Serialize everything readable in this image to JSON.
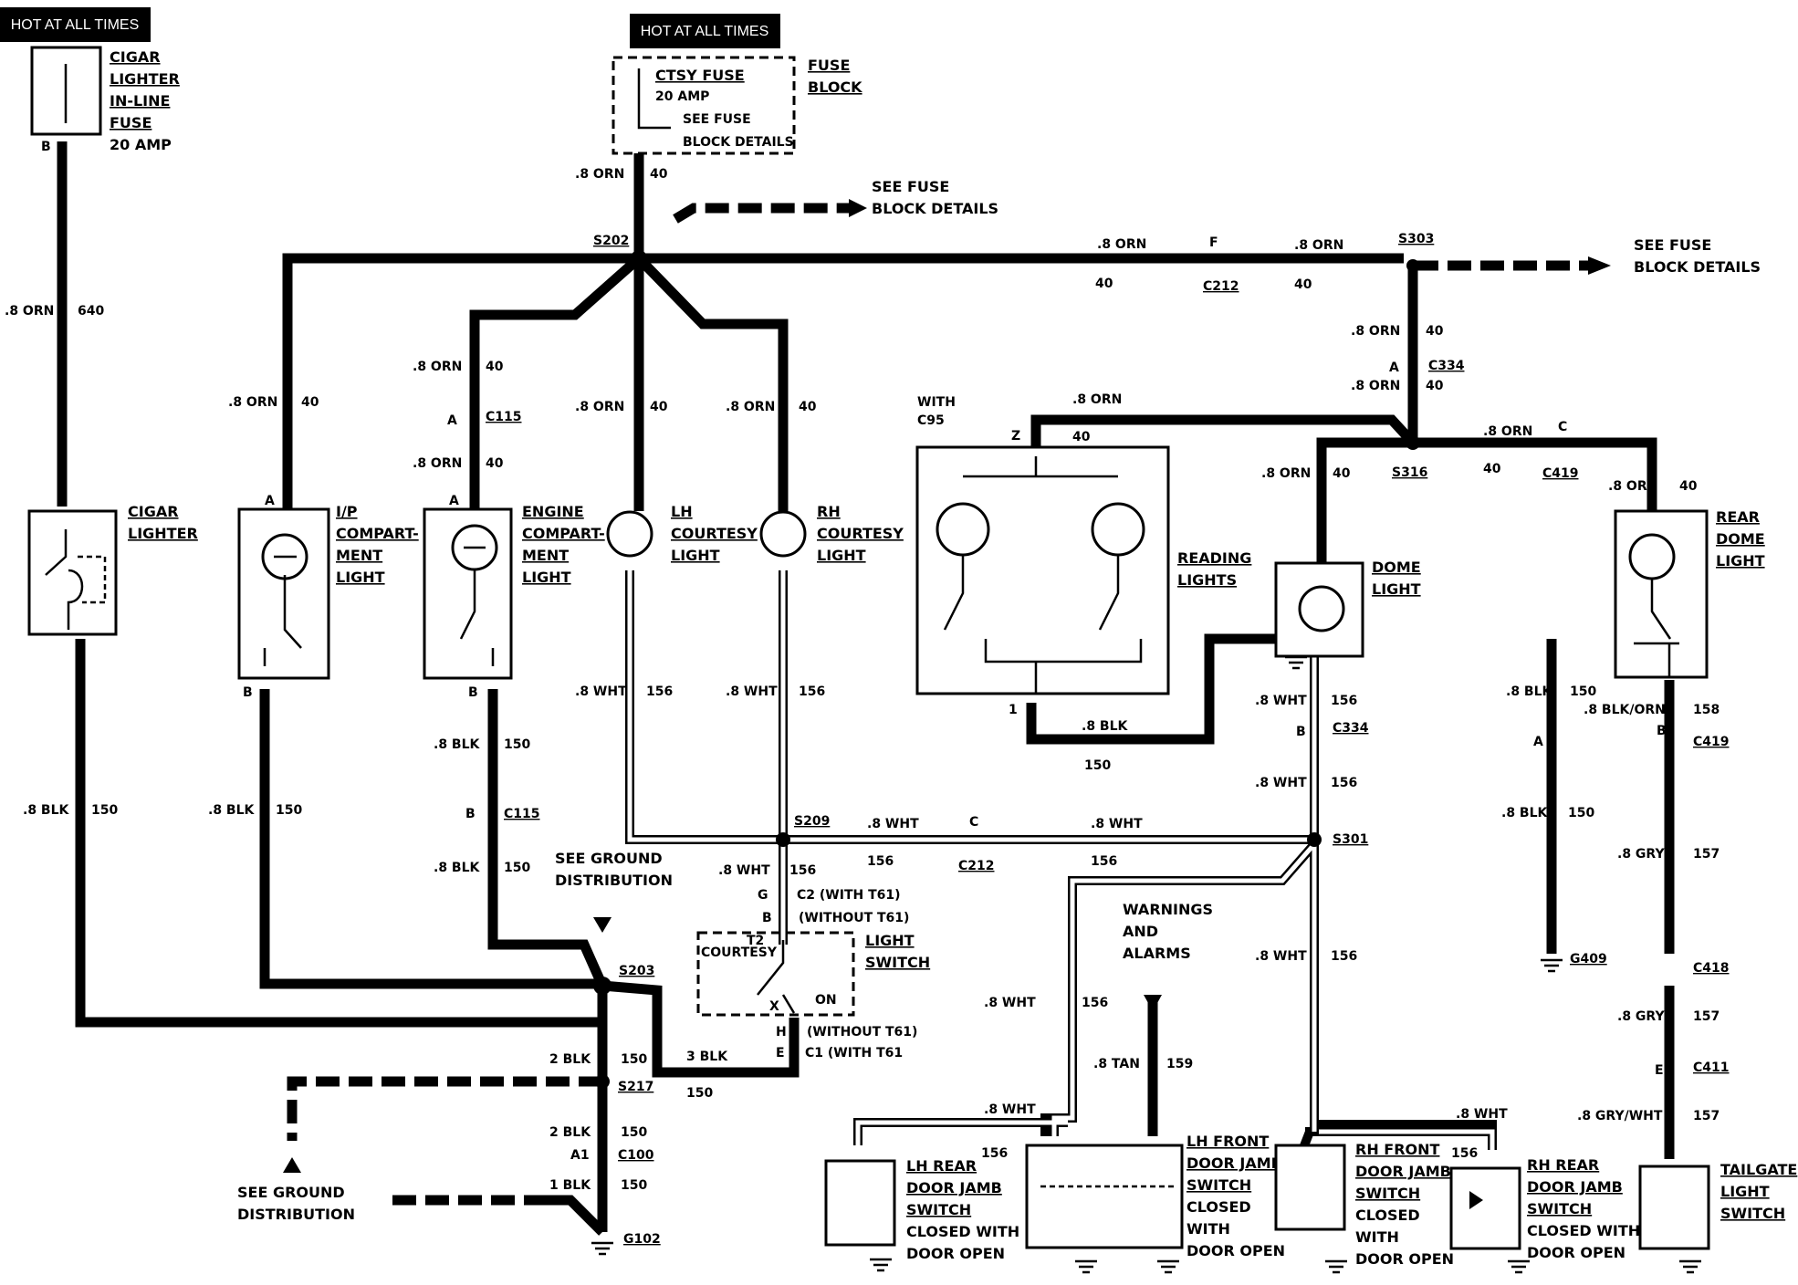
{
  "labels": {
    "hot_left": "HOT AT ALL TIMES",
    "hot_center": "HOT AT ALL TIMES",
    "cigar_fuse": [
      "CIGAR",
      "LIGHTER",
      "IN-LINE",
      "FUSE",
      "20 AMP"
    ],
    "fuse_block": [
      "FUSE",
      "BLOCK"
    ],
    "ctsy_fuse": "CTSY FUSE",
    "ctsy_amp": "20 AMP",
    "see_fuse_block": [
      "SEE FUSE",
      "BLOCK DETAILS"
    ],
    "see_fuse_block_details_a": [
      "SEE FUSE",
      "BLOCK DETAILS"
    ],
    "see_fuse_block_details_b": [
      "SEE FUSE",
      "BLOCK DETAILS"
    ],
    "s202": "S202",
    "s303": "S303",
    "s316": "S316",
    "s209": "S209",
    "s301": "S301",
    "s203": "S203",
    "s217": "S217",
    "c212": "C212",
    "c334": "C334",
    "c419": "C419",
    "c115": "C115",
    "c418": "C418",
    "c411": "C411",
    "c100": "C100",
    "c2_t61": "C2 (WITH T61)",
    "without_t61_b": "(WITHOUT T61)",
    "without_t61_h": "(WITHOUT T61)",
    "c1_t61": "C1 (WITH T61",
    "g102": "G102",
    "g409": "G409",
    "cigar_lighter": [
      "CIGAR",
      "LIGHTER"
    ],
    "ip_compart": [
      "I/P",
      "COMPART-",
      "MENT",
      "LIGHT"
    ],
    "engine_compart": [
      "ENGINE",
      "COMPART-",
      "MENT",
      "LIGHT"
    ],
    "lh_courtesy": [
      "LH",
      "COURTESY",
      "LIGHT"
    ],
    "rh_courtesy": [
      "RH",
      "COURTESY",
      "LIGHT"
    ],
    "with_c95": [
      "WITH",
      "C95"
    ],
    "reading_lights": [
      "READING",
      "LIGHTS"
    ],
    "dome_light": [
      "DOME",
      "LIGHT"
    ],
    "rear_dome": [
      "REAR",
      "DOME",
      "LIGHT"
    ],
    "see_ground_1": [
      "SEE GROUND",
      "DISTRIBUTION"
    ],
    "see_ground_2": [
      "SEE GROUND",
      "DISTRIBUTION"
    ],
    "warnings": [
      "WARNINGS",
      "AND",
      "ALARMS"
    ],
    "light_switch": [
      "LIGHT",
      "SWITCH"
    ],
    "courtesy": "COURTESY",
    "t2": "T2",
    "on": "ON",
    "lh_rear_jamb": [
      "LH REAR",
      "DOOR JAMB",
      "SWITCH",
      "CLOSED WITH",
      "DOOR OPEN"
    ],
    "lh_front_jamb": [
      "LH FRONT",
      "DOOR JAMB",
      "SWITCH",
      "CLOSED",
      "WITH",
      "DOOR OPEN"
    ],
    "rh_front_jamb": [
      "RH FRONT",
      "DOOR JAMB",
      "SWITCH",
      "CLOSED",
      "WITH",
      "DOOR OPEN"
    ],
    "rh_rear_jamb": [
      "RH REAR",
      "DOOR JAMB",
      "SWITCH",
      "CLOSED WITH",
      "DOOR OPEN"
    ],
    "tailgate": [
      "TAILGATE",
      "LIGHT",
      "SWITCH"
    ]
  },
  "wires": {
    "orn": ".8 ORN",
    "c40": "40",
    "c640": "640",
    "blk": ".8 BLK",
    "c150": "150",
    "wht": ".8 WHT",
    "c156": "156",
    "tan": ".8 TAN",
    "c159": "159",
    "gry": ".8 GRY",
    "c157": "157",
    "blk_orn": ".8 BLK/ORN",
    "c158": "158",
    "gry_wht": ".8 GRY/WHT",
    "blk2": "2 BLK",
    "blk3": "3 BLK",
    "blk1": "1 BLK"
  },
  "pins": {
    "a": "A",
    "b": "B",
    "c": "C",
    "e": "E",
    "f": "F",
    "g": "G",
    "h": "H",
    "x": "X",
    "z": "Z",
    "one": "1",
    "a1": "A1"
  }
}
